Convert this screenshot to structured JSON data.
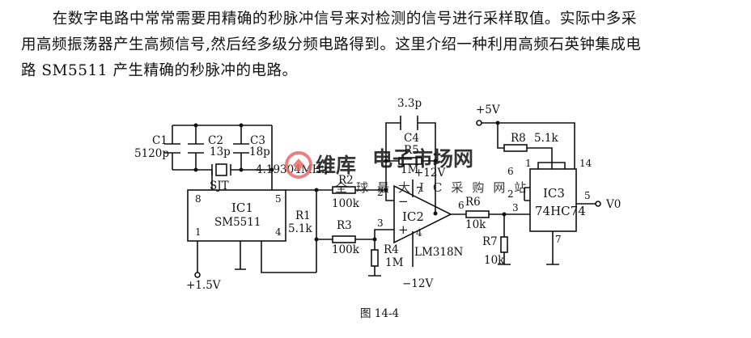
{
  "paragraph": {
    "line1": "在数字电路中常常需要用精确的秒脉冲信号来对检测的信号进行采样取值。实际中多采",
    "line2": "用高频振荡器产生高频信号,然后经多级分频电路得到。这里介绍一种利用高频石英钟集成电",
    "line3": "路 SM5511 产生精确的秒脉冲的电路。"
  },
  "watermark": {
    "brand": "维库",
    "site": "电子市场网",
    "subtitle": "全球最大IC采购网站"
  },
  "components": {
    "c1": "C1",
    "c1_value": "5120p",
    "c2": "C2",
    "c2_value": "13p",
    "c3": "C3",
    "c3_value": "18p",
    "crystal": "SJT",
    "crystal_freq": "4.19304MHz",
    "c4_value": "3.3p",
    "c4": "C4",
    "r5": "R5",
    "r5_value": "1M",
    "r2": "R2",
    "r2_value": "100k",
    "r1": "R1",
    "r1_value": "5.1k",
    "r3": "R3",
    "r3_value": "100k",
    "r4": "R4",
    "r4_value": "1M",
    "r6": "R6",
    "r6_value": "10k",
    "r7": "R7",
    "r7_value": "10k",
    "r8": "R8",
    "r8_value": "5.1k"
  },
  "ics": {
    "ic1_name": "IC1",
    "ic1_part": "SM5511",
    "ic1_pin8": "8",
    "ic1_pin5": "5",
    "ic1_pin1": "1",
    "ic1_pin4": "4",
    "ic2_name": "IC2",
    "ic2_part": "LM318N",
    "ic2_pin2": "2",
    "ic2_pin3": "3",
    "ic2_pin6": "6",
    "ic2_pin7": "7",
    "ic2_pin4": "4",
    "ic2_minus": "−",
    "ic2_plus": "+",
    "ic3_name": "IC3",
    "ic3_part": "74HC74",
    "ic3_pin6": "6",
    "ic3_pin2": "2",
    "ic3_pin3": "3",
    "ic3_pin1": "1",
    "ic3_pin14": "14",
    "ic3_pin5": "5",
    "ic3_pin7": "7"
  },
  "supplies": {
    "plus15": "+1.5V",
    "plus5": "+5V",
    "plus12": "+12V",
    "minus12": "−12V",
    "output": "V0"
  },
  "caption": "图 14-4"
}
